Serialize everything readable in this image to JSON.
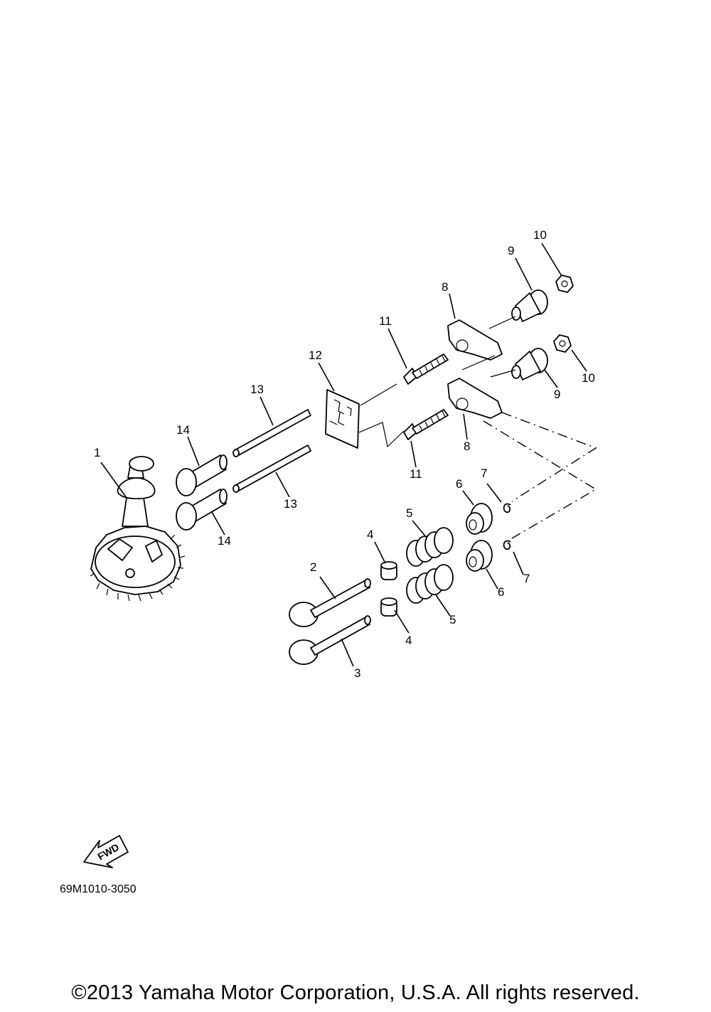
{
  "diagram": {
    "callouts": {
      "c1": "1",
      "c2": "2",
      "c3": "3",
      "c4a": "4",
      "c4b": "4",
      "c5a": "5",
      "c5b": "5",
      "c6a": "6",
      "c6b": "6",
      "c7a": "7",
      "c7b": "7",
      "c8a": "8",
      "c8b": "8",
      "c9a": "9",
      "c9b": "9",
      "c10a": "10",
      "c10b": "10",
      "c11a": "11",
      "c11b": "11",
      "c12": "12",
      "c13a": "13",
      "c13b": "13",
      "c14a": "14",
      "c14b": "14"
    },
    "fwd_label": "FWD",
    "part_code": "69M1010-3050"
  },
  "footer": {
    "copyright": "©2013 Yamaha Motor Corporation, U.S.A. All rights reserved."
  }
}
